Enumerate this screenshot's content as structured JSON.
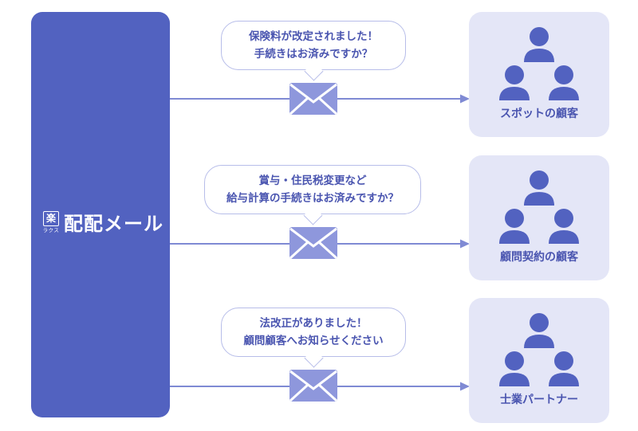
{
  "colors": {
    "brand": "#5262c0",
    "card_background": "#e4e6f7",
    "bubble_border": "#b7bde9",
    "arrow": "#7f8ad4",
    "text": "#4a55b0"
  },
  "sender": {
    "logo_mark": "楽",
    "logo_sub": "ラクス",
    "name": "配配メール"
  },
  "messages": [
    {
      "line1": "保険料が改定されました！",
      "line2": "手続きはお済みですか？"
    },
    {
      "line1": "賞与・住民税変更など",
      "line2": "給与計算の手続きはお済みですか？"
    },
    {
      "line1": "法改正がありました！",
      "line2": "顧問顧客へお知らせください"
    }
  ],
  "recipients": [
    {
      "label": "スポットの顧客",
      "icon": "people-group-icon"
    },
    {
      "label": "顧問契約の顧客",
      "icon": "people-group-icon"
    },
    {
      "label": "士業パートナー",
      "icon": "people-group-icon"
    }
  ]
}
